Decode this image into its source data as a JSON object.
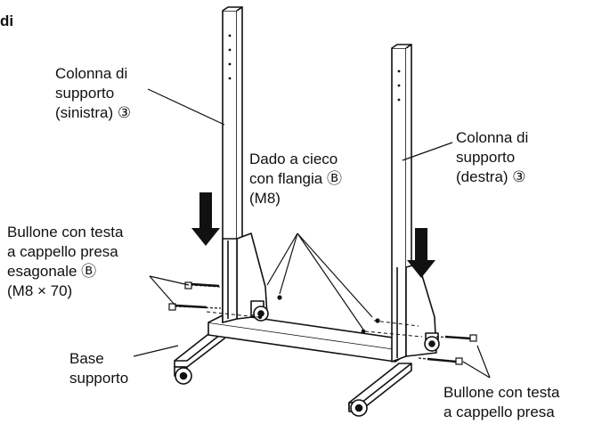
{
  "header_fragment": "di",
  "labels": {
    "left_column": [
      "Colonna di",
      "supporto",
      "(sinistra) ③"
    ],
    "right_column": [
      "Colonna di",
      "supporto",
      "(destra) ③"
    ],
    "cap_nut": [
      "Dado a cieco",
      "con flangia Ⓑ",
      "(M8)"
    ],
    "bolt_left": [
      "Bullone con testa",
      "a cappello presa",
      "esagonale Ⓑ",
      "(M8 × 70)"
    ],
    "base": [
      "Base",
      "supporto"
    ],
    "bolt_right": [
      "Bullone con testa",
      "a cappello presa"
    ]
  }
}
